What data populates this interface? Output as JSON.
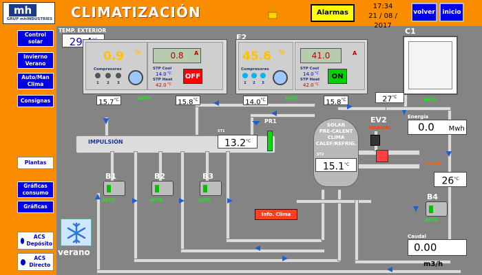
{
  "header": {
    "logo_mark": "mh",
    "logo_text": "GRUP mhINDUSTRIES",
    "title": "CLIMATIZACIÓN",
    "alarms_label": "Alarmas",
    "time": "17:34",
    "date": "21 / 08 / 2017",
    "back_label": "volver",
    "home_label": "inicio"
  },
  "sidebar": {
    "items": [
      {
        "label": "Control solar"
      },
      {
        "label": "Invierno Verano"
      },
      {
        "label": "Auto/Man Clima"
      },
      {
        "label": "Consignas"
      },
      {
        "label": "Plantas"
      },
      {
        "label": "Gráficas consumo"
      },
      {
        "label": "Gráficas"
      },
      {
        "label": "ACS Depósito"
      },
      {
        "label": "ACS Directo"
      }
    ]
  },
  "mode": {
    "label": "verano"
  },
  "outdoor": {
    "title": "TEMP. EXTERIOR",
    "value": "29.4",
    "unit": "°C"
  },
  "e1": {
    "big_value": "0.9",
    "big_unit": "%",
    "compressors_label": "Compresores",
    "compressor_numbers": [
      "1",
      "2",
      "3"
    ],
    "panel_value": "0.8",
    "panel_unit": "A",
    "stp_cool_label": "STP Cool",
    "stp_cool_value": "14.0",
    "stp_heat_label": "STP Heat",
    "stp_heat_value": "42.0",
    "stp_unit": "°C",
    "state": "OFF",
    "auto": "AUTO",
    "temp_left": "15.7",
    "temp_right": "15.8",
    "temp_unit": "°C"
  },
  "e2": {
    "name": "E2",
    "big_value": "45.6",
    "big_unit": "%",
    "compressors_label": "Compresores",
    "compressor_numbers": [
      "1",
      "2",
      "3"
    ],
    "panel_value": "41.0",
    "panel_unit": "A",
    "stp_cool_label": "STP Cool",
    "stp_cool_value": "14.0",
    "stp_heat_label": "STP Heat",
    "stp_heat_value": "42.0",
    "stp_unit": "°C",
    "state": "ON",
    "auto": "AUTO",
    "temp_left": "14.0",
    "temp_right": "15.8",
    "temp_unit": "°C"
  },
  "c1": {
    "name": "C1",
    "temp": "27",
    "temp_unit": "°C",
    "auto": "AUTO"
  },
  "ev2": {
    "name": "EV2",
    "mode": "MANUAL"
  },
  "energy": {
    "title": "Energía",
    "value": "0.0",
    "unit": "Mwh"
  },
  "solar": {
    "label": "SOLAR",
    "temp": "26",
    "temp_unit": "°C"
  },
  "b4": {
    "name": "B4",
    "auto": "AUTO"
  },
  "flow": {
    "title": "Caudal",
    "value": "0.00",
    "unit": "m3/h"
  },
  "impulsion": {
    "label": "IMPULSIÓN",
    "st_label": "ST1",
    "temp": "13.2",
    "temp_unit": "°C",
    "pr_label": "PR1"
  },
  "tank": {
    "lines": [
      "SOLAR",
      "PRE-CALENT",
      "CLIMA",
      "CALEF/REFRIG."
    ],
    "st_label": "ST2",
    "temp": "15.1",
    "temp_unit": "°C"
  },
  "pumps": [
    {
      "name": "B1",
      "auto": "AUTO"
    },
    {
      "name": "B2",
      "auto": "AUTO"
    },
    {
      "name": "B3",
      "auto": "AUTO"
    }
  ],
  "info_button": "Info. Clima"
}
